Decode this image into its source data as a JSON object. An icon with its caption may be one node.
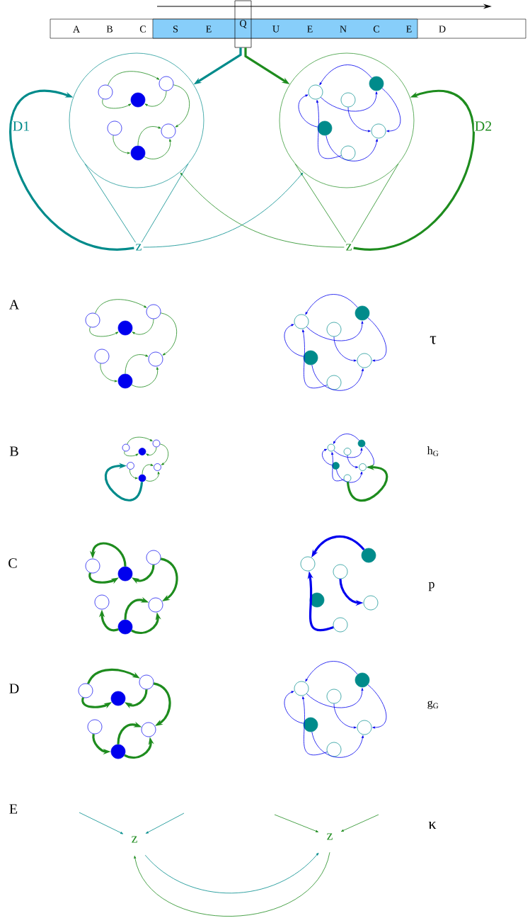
{
  "diagram": {
    "nodes": [
      {
        "text": [
          "A",
          "B",
          "C",
          "D"
        ]
      },
      {
        "text": [
          "S",
          "E",
          "U",
          "E",
          "N",
          "C",
          "E"
        ],
        "in": 0
      },
      {
        "text": [
          "Q"
        ]
      },
      {
        "text": [],
        "shape": "circle"
      },
      {
        "text": [],
        "shape": "circle",
        "in": 3
      },
      {
        "text": [],
        "shape": "circle",
        "in": 3
      },
      {
        "text": [],
        "shape": "circle",
        "in": 3
      },
      {
        "text": [],
        "shape": "circle",
        "in": 3
      },
      {
        "text": [],
        "shape": "circle",
        "in": 3
      },
      {
        "text": [],
        "shape": "circle",
        "in": 3
      },
      {
        "text": [],
        "shape": "circle"
      },
      {
        "text": [],
        "shape": "circle",
        "in": 10
      },
      {
        "text": [],
        "shape": "circle",
        "in": 10
      },
      {
        "text": [],
        "shape": "circle",
        "in": 10
      },
      {
        "text": [],
        "shape": "circle",
        "in": 10
      },
      {
        "text": [],
        "shape": "circle",
        "in": 10
      },
      {
        "text": [],
        "shape": "circle",
        "in": 10
      },
      {
        "text": [
          "z"
        ]
      },
      {
        "text": [
          "z"
        ]
      },
      {
        "text": [],
        "shape": "circle"
      },
      {
        "text": [],
        "shape": "circle"
      },
      {
        "text": [],
        "shape": "circle"
      },
      {
        "text": [],
        "shape": "circle"
      },
      {
        "text": [],
        "shape": "circle"
      },
      {
        "text": [],
        "shape": "circle"
      },
      {
        "text": [],
        "shape": "circle"
      },
      {
        "text": [],
        "shape": "circle"
      },
      {
        "text": [],
        "shape": "circle"
      },
      {
        "text": [],
        "shape": "circle"
      },
      {
        "text": [],
        "shape": "circle"
      },
      {
        "text": [],
        "shape": "circle"
      },
      {
        "text": [],
        "shape": "circle"
      },
      {
        "text": [],
        "shape": "circle"
      },
      {
        "text": [],
        "shape": "circle"
      },
      {
        "text": [],
        "shape": "circle"
      },
      {
        "text": [],
        "shape": "circle"
      },
      {
        "text": [],
        "shape": "circle"
      },
      {
        "text": [],
        "shape": "circle"
      },
      {
        "text": [],
        "shape": "circle"
      },
      {
        "text": [],
        "shape": "circle"
      },
      {
        "text": [],
        "shape": "circle"
      },
      {
        "text": [],
        "shape": "circle"
      },
      {
        "text": [],
        "shape": "circle"
      },
      {
        "text": [],
        "shape": "circle"
      },
      {
        "text": [],
        "shape": "circle"
      },
      {
        "text": [],
        "shape": "circle"
      },
      {
        "text": [],
        "shape": "circle"
      },
      {
        "text": [],
        "shape": "circle"
      },
      {
        "text": [],
        "shape": "circle"
      },
      {
        "text": [],
        "shape": "circle"
      },
      {
        "text": [],
        "shape": "circle"
      },
      {
        "text": [],
        "shape": "circle"
      },
      {
        "text": [],
        "shape": "circle"
      },
      {
        "text": [],
        "shape": "circle"
      },
      {
        "text": [],
        "shape": "circle"
      },
      {
        "text": [],
        "shape": "circle"
      },
      {
        "text": [],
        "shape": "circle"
      },
      {
        "text": [],
        "shape": "circle"
      },
      {
        "text": [],
        "shape": "circle"
      },
      {
        "text": [],
        "shape": "circle"
      },
      {
        "text": [],
        "shape": "circle"
      },
      {
        "text": [],
        "shape": "circle"
      },
      {
        "text": [],
        "shape": "circle"
      },
      {
        "text": [],
        "shape": "circle"
      },
      {
        "text": [],
        "shape": "circle"
      },
      {
        "text": [],
        "shape": "circle"
      },
      {
        "text": [],
        "shape": "circle"
      },
      {
        "text": [
          "z"
        ]
      },
      {
        "text": [
          "z"
        ]
      }
    ],
    "edges": [
      {
        "from": 2,
        "to": 3,
        "arrow": "to",
        "style": "thick",
        "color": "#008b8b"
      },
      {
        "from": 2,
        "to": 10,
        "arrow": "to",
        "style": "thick"
      },
      {
        "from": 17,
        "to": 3,
        "arrow": "to",
        "style": "thick",
        "color": "#008b8b",
        "label": "D1"
      },
      {
        "from": 18,
        "to": 10,
        "arrow": "to",
        "style": "thick",
        "label": "D2"
      },
      {
        "from": 17,
        "to": 10,
        "arrow": "to",
        "color": "#008b8b"
      },
      {
        "from": 18,
        "to": 3,
        "arrow": "to"
      },
      {
        "from": 17,
        "to": 3,
        "arrow": "none",
        "color": "#008b8b"
      },
      {
        "from": 17,
        "to": 3,
        "arrow": "none",
        "color": "#008b8b"
      },
      {
        "from": 18,
        "to": 10,
        "arrow": "none"
      },
      {
        "from": 18,
        "to": 10,
        "arrow": "none"
      },
      {
        "from": 4,
        "to": 5,
        "arrow": "to"
      },
      {
        "from": 5,
        "to": 6,
        "arrow": "to"
      },
      {
        "from": 5,
        "to": 8,
        "arrow": "to"
      },
      {
        "from": 4,
        "to": 6,
        "arrow": "to"
      },
      {
        "from": 7,
        "to": 9,
        "arrow": "to"
      },
      {
        "from": 9,
        "to": 8,
        "arrow": "to"
      },
      {
        "from": 9,
        "to": 8,
        "arrow": "to"
      },
      {
        "from": 12,
        "to": 11,
        "arrow": "to",
        "color": "#0000ee"
      },
      {
        "from": 11,
        "to": 12,
        "arrow": "to",
        "color": "#0000ee"
      },
      {
        "from": 12,
        "to": 15,
        "arrow": "to",
        "color": "#0000ee"
      },
      {
        "from": 13,
        "to": 15,
        "arrow": "to",
        "color": "#0000ee"
      },
      {
        "from": 14,
        "to": 11,
        "arrow": "to",
        "color": "#0000ee"
      },
      {
        "from": 16,
        "to": 11,
        "arrow": "to",
        "color": "#0000ee"
      },
      {
        "from": 14,
        "to": 15,
        "arrow": "to",
        "color": "#0000ee"
      },
      {
        "from": 19,
        "to": 20,
        "arrow": "to"
      },
      {
        "from": 20,
        "to": 21,
        "arrow": "to"
      },
      {
        "from": 20,
        "to": 23,
        "arrow": "to"
      },
      {
        "from": 19,
        "to": 21,
        "arrow": "to"
      },
      {
        "from": 22,
        "to": 24,
        "arrow": "to"
      },
      {
        "from": 24,
        "to": 23,
        "arrow": "to"
      },
      {
        "from": 24,
        "to": 23,
        "arrow": "to"
      },
      {
        "from": 26,
        "to": 25,
        "arrow": "to",
        "color": "#0000ee"
      },
      {
        "from": 25,
        "to": 26,
        "arrow": "to",
        "color": "#0000ee"
      },
      {
        "from": 26,
        "to": 29,
        "arrow": "to",
        "color": "#0000ee"
      },
      {
        "from": 27,
        "to": 29,
        "arrow": "to",
        "color": "#0000ee"
      },
      {
        "from": 28,
        "to": 25,
        "arrow": "to",
        "color": "#0000ee"
      },
      {
        "from": 30,
        "to": 25,
        "arrow": "to",
        "color": "#0000ee"
      },
      {
        "from": 28,
        "to": 29,
        "arrow": "to",
        "color": "#0000ee"
      },
      {
        "from": 31,
        "to": 32,
        "arrow": "to"
      },
      {
        "from": 32,
        "to": 33,
        "arrow": "to"
      },
      {
        "from": 32,
        "to": 35,
        "arrow": "to"
      },
      {
        "from": 31,
        "to": 33,
        "arrow": "to"
      },
      {
        "from": 34,
        "to": 36,
        "arrow": "to"
      },
      {
        "from": 36,
        "to": 35,
        "arrow": "to"
      },
      {
        "from": 36,
        "to": 35,
        "arrow": "to"
      },
      {
        "from": 38,
        "to": 37,
        "arrow": "to",
        "color": "#0000ee"
      },
      {
        "from": 37,
        "to": 38,
        "arrow": "to",
        "color": "#0000ee"
      },
      {
        "from": 38,
        "to": 41,
        "arrow": "to",
        "color": "#0000ee"
      },
      {
        "from": 39,
        "to": 41,
        "arrow": "to",
        "color": "#0000ee"
      },
      {
        "from": 40,
        "to": 37,
        "arrow": "to",
        "color": "#0000ee"
      },
      {
        "from": 42,
        "to": 37,
        "arrow": "to",
        "color": "#0000ee"
      },
      {
        "from": 40,
        "to": 41,
        "arrow": "to",
        "color": "#0000ee"
      },
      {
        "from": 36,
        "to": 34,
        "arrow": "to",
        "style": "thick",
        "color": "#008b8b"
      },
      {
        "from": 42,
        "to": 41,
        "arrow": "to",
        "style": "thick"
      },
      {
        "from": 45,
        "to": 43,
        "arrow": "to",
        "style": "thick"
      },
      {
        "from": 43,
        "to": 45,
        "arrow": "to",
        "style": "thick"
      },
      {
        "from": 44,
        "to": 45,
        "arrow": "to",
        "style": "thick"
      },
      {
        "from": 44,
        "to": 47,
        "arrow": "to",
        "style": "thick"
      },
      {
        "from": 48,
        "to": 47,
        "arrow": "to",
        "style": "thick"
      },
      {
        "from": 48,
        "to": 47,
        "arrow": "to",
        "style": "thick"
      },
      {
        "from": 48,
        "to": 46,
        "arrow": "to",
        "style": "thick"
      },
      {
        "from": 50,
        "to": 49,
        "arrow": "to",
        "style": "thick",
        "color": "#0000ee"
      },
      {
        "from": 54,
        "to": 49,
        "arrow": "to",
        "style": "thick",
        "color": "#0000ee"
      },
      {
        "from": 51,
        "to": 53,
        "arrow": "to",
        "style": "thick",
        "color": "#0000ee"
      },
      {
        "from": 55,
        "to": 56,
        "arrow": "to",
        "style": "thick"
      },
      {
        "from": 56,
        "to": 57,
        "arrow": "to",
        "style": "thick"
      },
      {
        "from": 56,
        "to": 59,
        "arrow": "to",
        "style": "thick"
      },
      {
        "from": 55,
        "to": 57,
        "arrow": "to",
        "style": "thick"
      },
      {
        "from": 58,
        "to": 60,
        "arrow": "to",
        "style": "thick"
      },
      {
        "from": 60,
        "to": 59,
        "arrow": "to",
        "style": "thick"
      },
      {
        "from": 60,
        "to": 59,
        "arrow": "to",
        "style": "thick"
      },
      {
        "from": 62,
        "to": 61,
        "arrow": "to",
        "color": "#0000ee"
      },
      {
        "from": 61,
        "to": 62,
        "arrow": "to",
        "color": "#0000ee"
      },
      {
        "from": 62,
        "to": 65,
        "arrow": "to",
        "color": "#0000ee"
      },
      {
        "from": 63,
        "to": 65,
        "arrow": "to",
        "color": "#0000ee"
      },
      {
        "from": 64,
        "to": 61,
        "arrow": "to",
        "color": "#0000ee"
      },
      {
        "from": 66,
        "to": 61,
        "arrow": "to",
        "color": "#0000ee"
      },
      {
        "from": 64,
        "to": 65,
        "arrow": "to",
        "color": "#0000ee"
      },
      {
        "from": null,
        "to": 67,
        "arrow": "to",
        "color": "#008b8b"
      },
      {
        "from": null,
        "to": 67,
        "arrow": "to",
        "color": "#008b8b"
      },
      {
        "from": null,
        "to": 68,
        "arrow": "to"
      },
      {
        "from": null,
        "to": 68,
        "arrow": "to"
      },
      {
        "from": 67,
        "to": 68,
        "arrow": "to",
        "color": "#008b8b"
      },
      {
        "from": 68,
        "to": 67,
        "arrow": "to"
      }
    ],
    "labels": [
      "A",
      "τ",
      "B",
      "h$_{G}$",
      "C",
      "p",
      "D",
      "g$_{G}$",
      "E",
      "κ"
    ]
  }
}
